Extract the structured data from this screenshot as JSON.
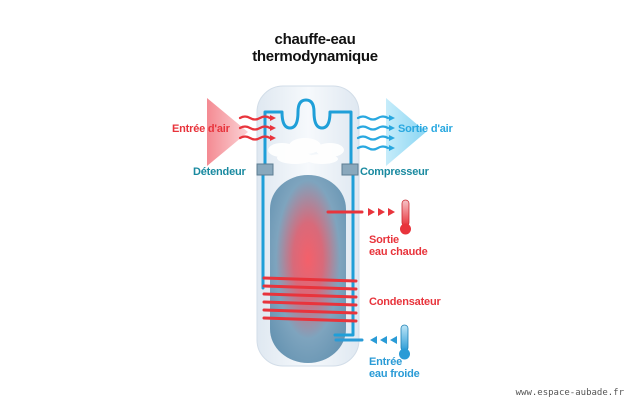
{
  "title": {
    "line1": "chauffe-eau",
    "line2": "thermodynamique"
  },
  "labels": {
    "air_in": "Entrée d'air",
    "air_out": "Sortie d'air",
    "expansion_valve": "Détendeur",
    "compressor": "Compresseur",
    "hot_out_line1": "Sortie",
    "hot_out_line2": "eau chaude",
    "condenser": "Condensateur",
    "cold_in_line1": "Entrée",
    "cold_in_line2": "eau froide"
  },
  "watermark": "www.espace-aubade.fr",
  "colors": {
    "hot": "#e8343c",
    "cold": "#29a8e0",
    "tank": "#6f9fb9",
    "casing": "#eef3f8",
    "pipe": "#1f9fd8"
  }
}
